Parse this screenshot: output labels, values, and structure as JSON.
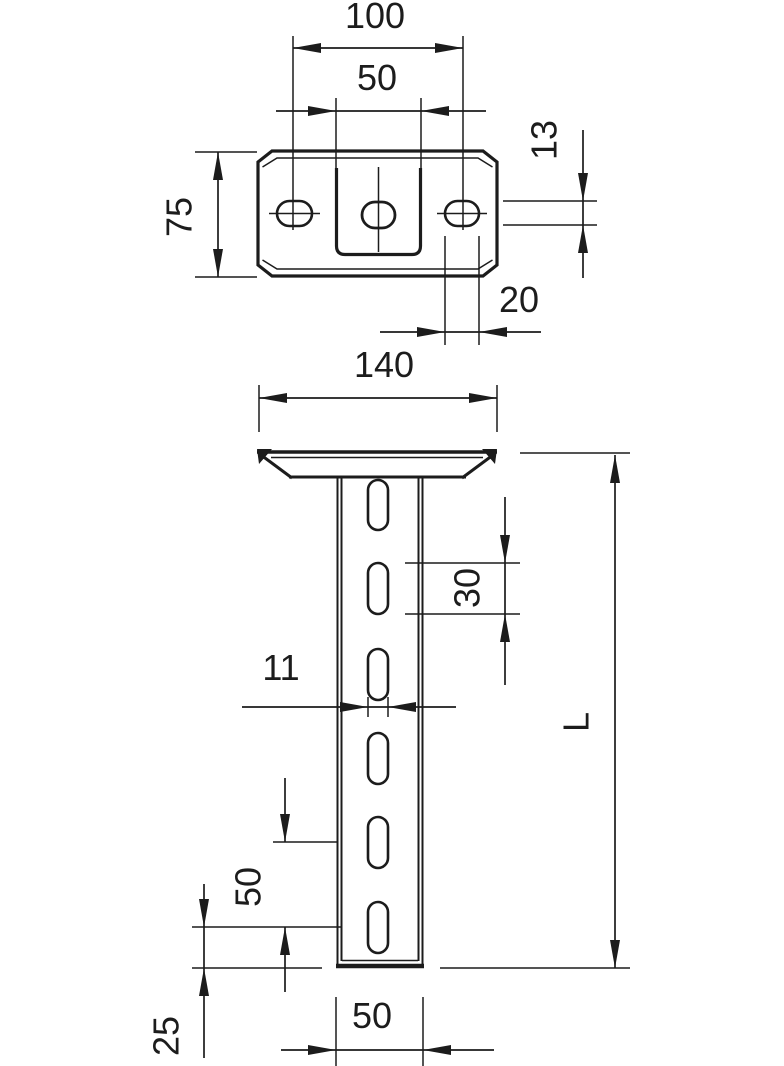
{
  "drawing": {
    "type": "technical-dimension-drawing",
    "views": [
      "top-view",
      "front-view"
    ],
    "colors": {
      "line": "#1c1c1c",
      "background": "#ffffff"
    }
  },
  "dimensions": {
    "top_view": {
      "hole_spacing": "100",
      "channel_width": "50",
      "plate_depth": "75",
      "slot_height": "13",
      "slot_length": "20",
      "plate_width": "140"
    },
    "front_view": {
      "slot_length": "30",
      "slot_width": "11",
      "bracket_length": "L",
      "slot_pitch": "50",
      "bottom_offset": "25",
      "profile_width": "50"
    }
  }
}
